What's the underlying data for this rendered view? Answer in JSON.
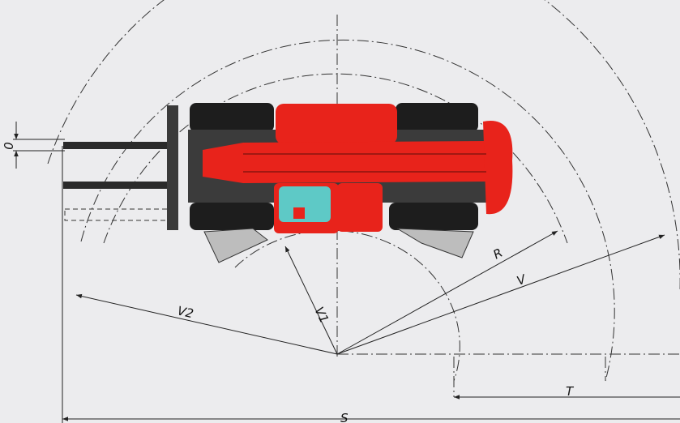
{
  "diagram": {
    "labels": {
      "o": "0",
      "r": "R",
      "v": "V",
      "v1": "V1",
      "v2": "V2",
      "t": "T",
      "s": "S"
    },
    "colors": {
      "background": "#ececee",
      "machine_red": "#e8231b",
      "machine_dark": "#2a2a2a",
      "cab_glass": "#5ec9c6",
      "lines": "#333333"
    }
  }
}
